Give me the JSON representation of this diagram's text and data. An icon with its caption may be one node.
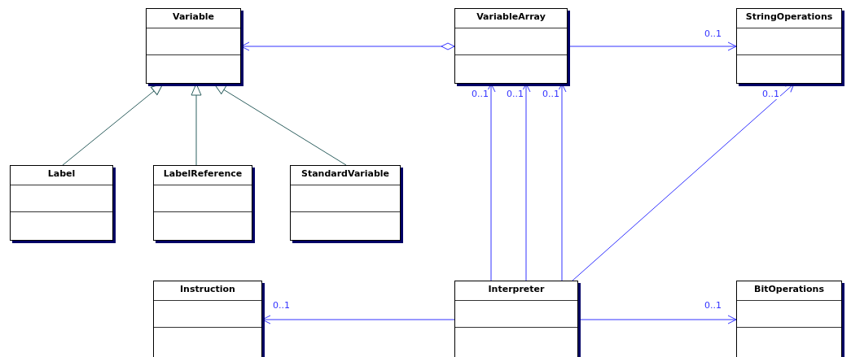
{
  "diagram": {
    "nodes": [
      {
        "text": [
          "Variable"
        ]
      },
      {
        "text": [
          "VariableArray"
        ]
      },
      {
        "text": [
          "StringOperations"
        ]
      },
      {
        "text": [
          "Label"
        ]
      },
      {
        "text": [
          "LabelReference"
        ]
      },
      {
        "text": [
          "StandardVariable"
        ]
      },
      {
        "text": [
          "Instruction"
        ]
      },
      {
        "text": [
          "Interpreter"
        ]
      },
      {
        "text": [
          "BitOperations"
        ]
      }
    ],
    "edges": [
      {
        "from": 1,
        "to": 0,
        "arrow": "to"
      },
      {
        "from": 1,
        "to": 2,
        "arrow": "to",
        "label": "0..1"
      },
      {
        "from": 3,
        "to": 0,
        "arrow": "to",
        "color": "#2f6060"
      },
      {
        "from": 4,
        "to": 0,
        "arrow": "to",
        "color": "#2f6060"
      },
      {
        "from": 5,
        "to": 0,
        "arrow": "to",
        "color": "#2f6060"
      },
      {
        "from": 7,
        "to": 1,
        "arrow": "to",
        "label": "0..1"
      },
      {
        "from": 7,
        "to": 1,
        "arrow": "to",
        "label": "0..1"
      },
      {
        "from": 7,
        "to": 1,
        "arrow": "to",
        "label": "0..1"
      },
      {
        "from": 7,
        "to": 2,
        "arrow": "to",
        "label": "0..1"
      },
      {
        "from": 7,
        "to": 6,
        "arrow": "to",
        "label": "0..1"
      },
      {
        "from": 7,
        "to": 8,
        "arrow": "to",
        "label": "0..1"
      }
    ]
  }
}
